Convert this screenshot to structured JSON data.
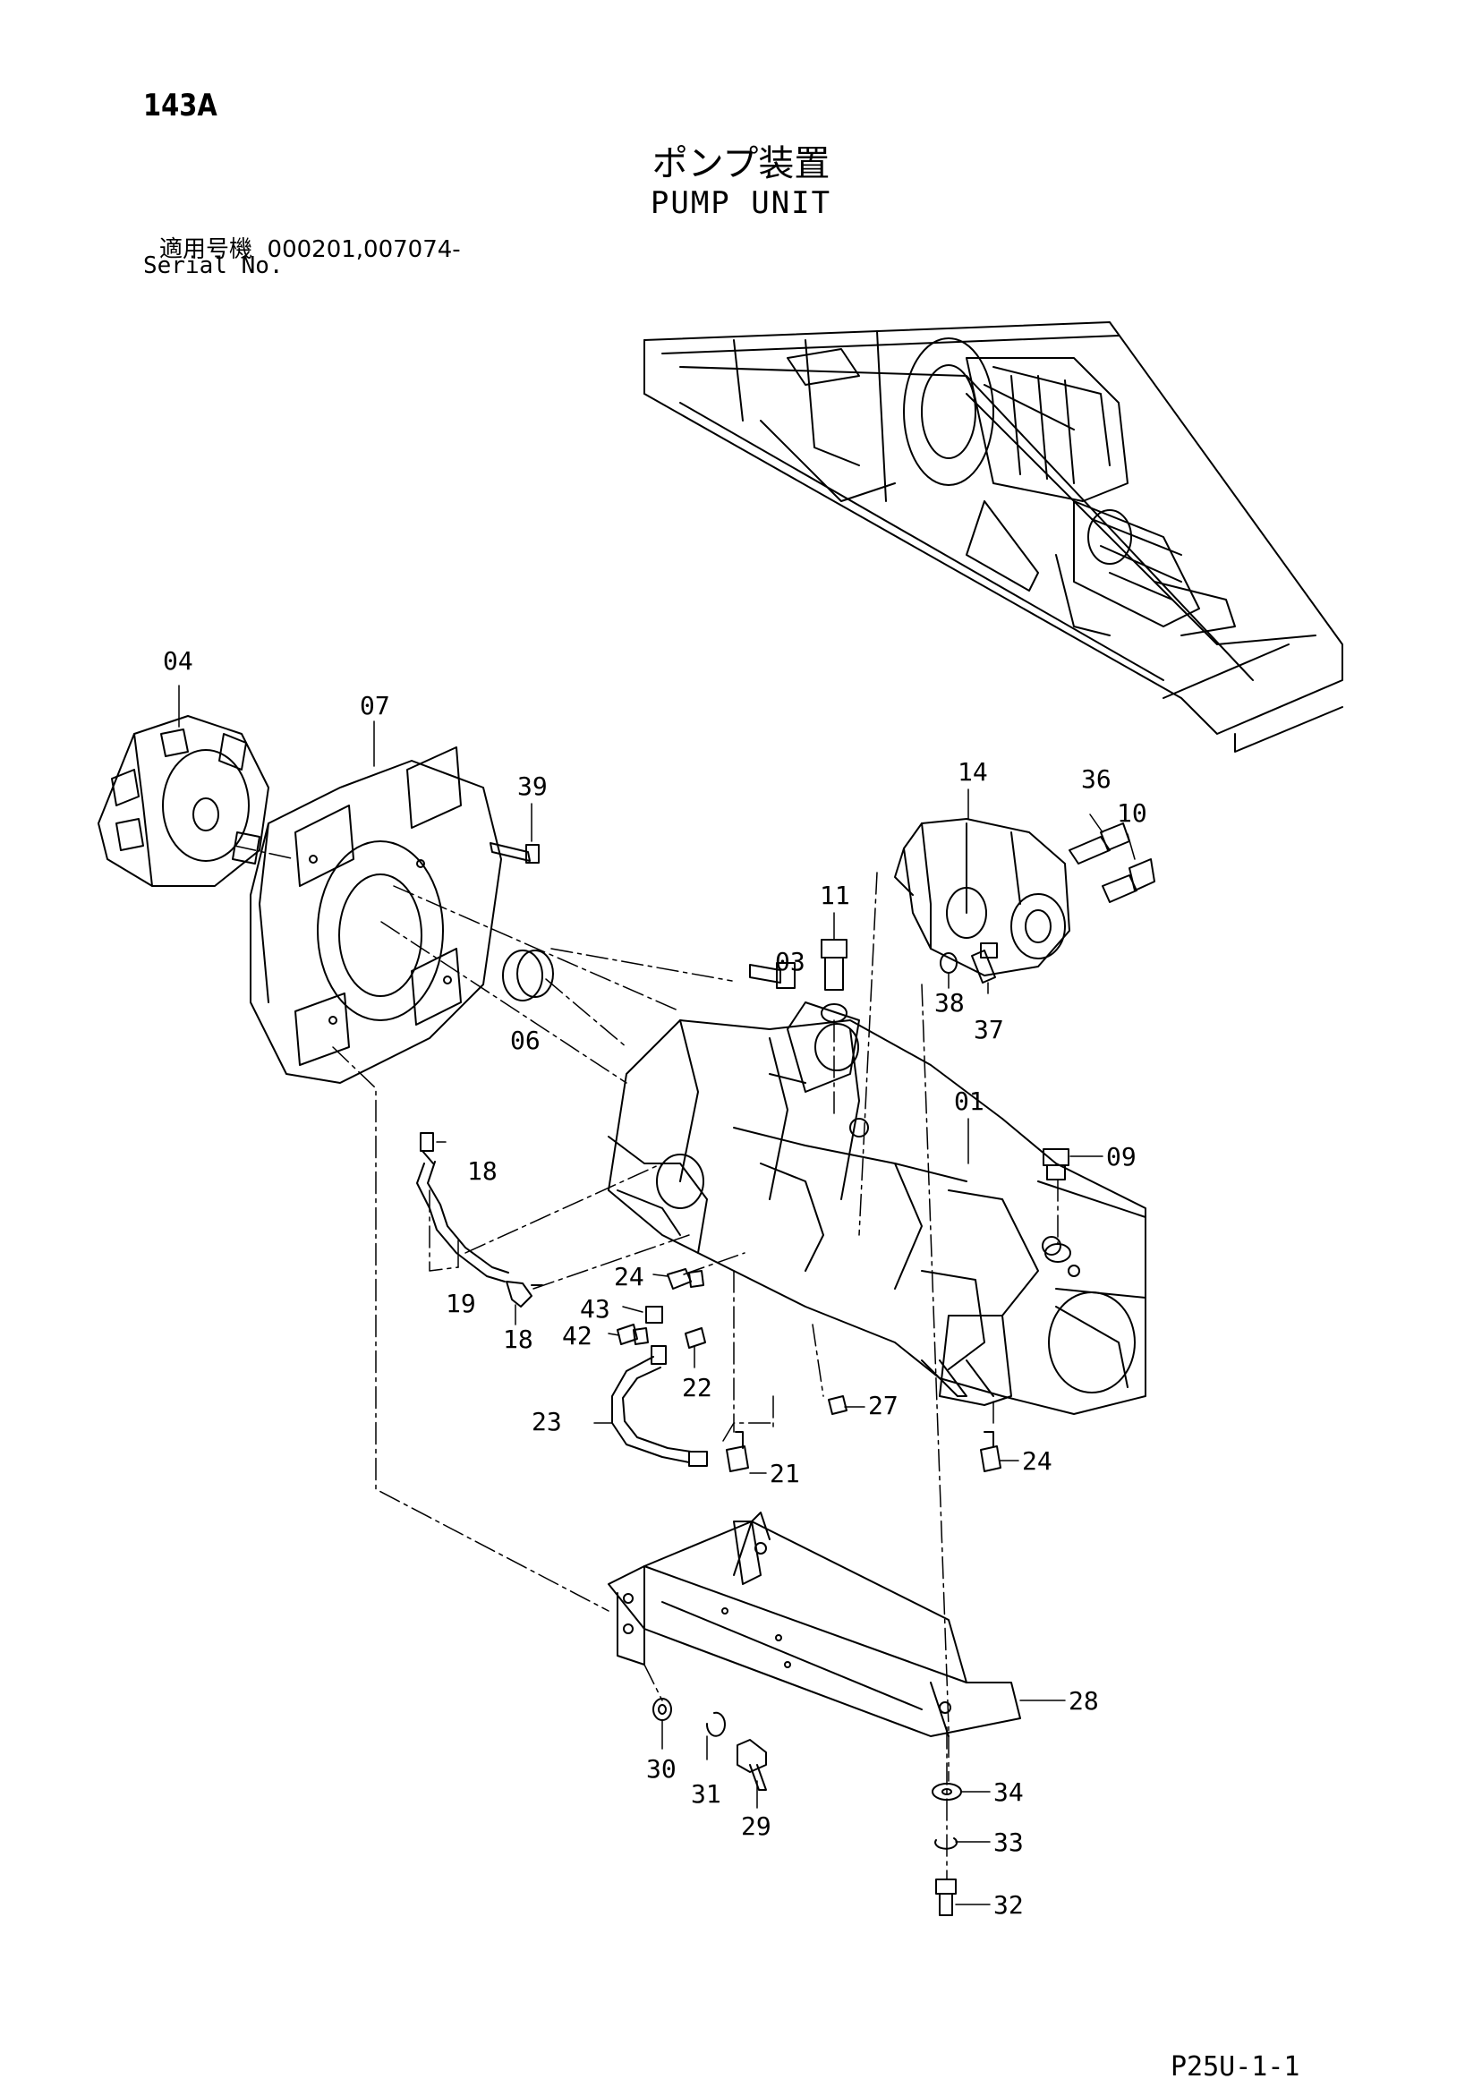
{
  "page": {
    "number": "143A",
    "title_ja": "ポンプ装置",
    "title_en": "PUMP UNIT",
    "serial_ja": "適用号機  000201,007074-",
    "serial_en": "Serial No.",
    "footer_code": "P25U-1-1"
  },
  "callouts": {
    "c04": "04",
    "c07": "07",
    "c39": "39",
    "c06": "06",
    "c14": "14",
    "c36": "36",
    "c10": "10",
    "c11": "11",
    "c03": "03",
    "c38": "38",
    "c37": "37",
    "c01": "01",
    "c09": "09",
    "c18a": "18",
    "c19": "19",
    "c18b": "18",
    "c24a": "24",
    "c43": "43",
    "c42": "42",
    "c22": "22",
    "c23": "23",
    "c27": "27",
    "c21": "21",
    "c24b": "24",
    "c28": "28",
    "c30": "30",
    "c31": "31",
    "c29": "29",
    "c34": "34",
    "c33": "33",
    "c32": "32"
  }
}
